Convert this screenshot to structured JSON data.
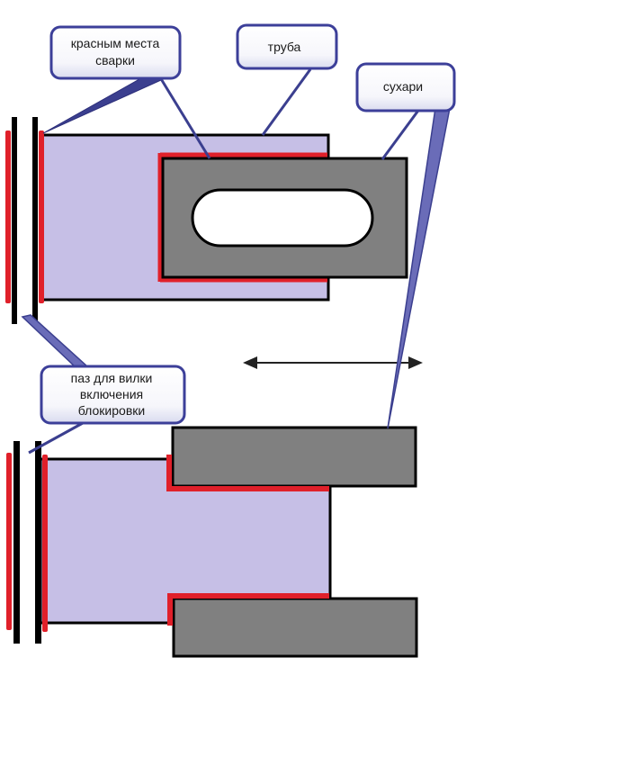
{
  "callouts": {
    "weld_spots": "красным места сварки",
    "weld_spots_line1": "красным места",
    "weld_spots_line2": "сварки",
    "pipe": "труба",
    "rusks": "сухари",
    "groove": "паз для вилки включения блокировки",
    "groove_line1": "паз для вилки",
    "groove_line2": "включения",
    "groove_line3": "блокировки"
  },
  "colors": {
    "tube_fill": "#c6bfe6",
    "block_fill": "#808080",
    "weld": "#e0202a",
    "outline": "#000000",
    "callout_border": "#4b4fa3",
    "callout_fill": "#ffffff",
    "callout_pointer": "#6a6cb8"
  },
  "icons": {
    "movement_arrow": "double-headed-arrow-icon"
  }
}
